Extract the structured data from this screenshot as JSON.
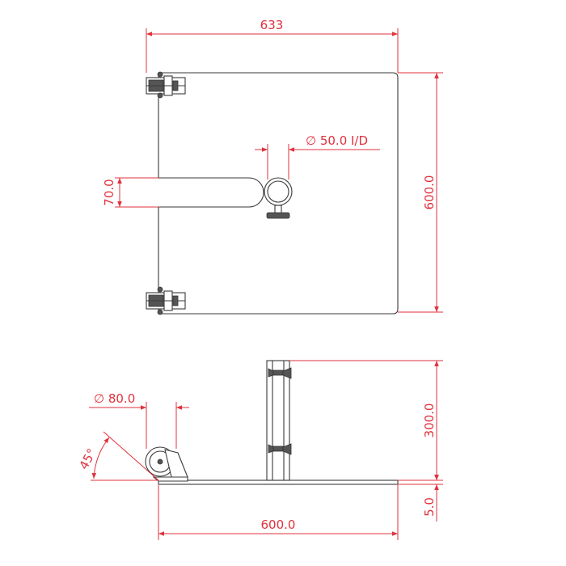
{
  "drawing": {
    "top_view": {
      "width_label": "633",
      "height_label": "600.0",
      "slot_label": "70.0",
      "tube_label": "∅ 50.0 I/D"
    },
    "side_view": {
      "wheel_label": "∅ 80.0",
      "angle_label": "45°",
      "tube_height_label": "300.0",
      "plate_thickness_label": "5.0",
      "base_length_label": "600.0"
    },
    "colors": {
      "dimension": "#e0323c",
      "part_outline": "#3a3a3a",
      "background": "#ffffff"
    }
  }
}
